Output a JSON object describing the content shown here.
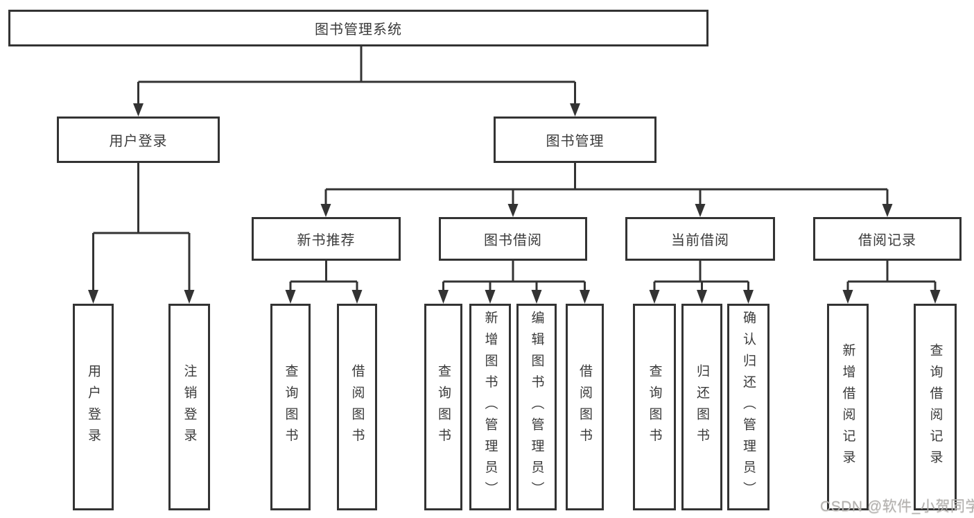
{
  "tree": {
    "root": {
      "label": "图书管理系统"
    },
    "login": {
      "label": "用户登录",
      "children": [
        {
          "label": "用户登录"
        },
        {
          "label": "注销登录"
        }
      ]
    },
    "mgmt": {
      "label": "图书管理",
      "sections": [
        {
          "label": "新书推荐",
          "children": [
            {
              "label": "查询图书"
            },
            {
              "label": "借阅图书"
            }
          ]
        },
        {
          "label": "图书借阅",
          "children": [
            {
              "label": "查询图书"
            },
            {
              "label": "新增图书（管理员）"
            },
            {
              "label": "编辑图书（管理员）"
            },
            {
              "label": "借阅图书"
            }
          ]
        },
        {
          "label": "当前借阅",
          "children": [
            {
              "label": "查询图书"
            },
            {
              "label": "归还图书"
            },
            {
              "label": "确认归还（管理员）"
            }
          ]
        },
        {
          "label": "借阅记录",
          "children": [
            {
              "label": "新增借阅记录"
            },
            {
              "label": "查询借阅记录"
            }
          ]
        }
      ]
    }
  },
  "watermark": {
    "text": "CSDN @软件_小贺同学"
  },
  "colors": {
    "line": "#333333",
    "text": "#3a3a3a",
    "watermark": "#b2b0ae"
  }
}
